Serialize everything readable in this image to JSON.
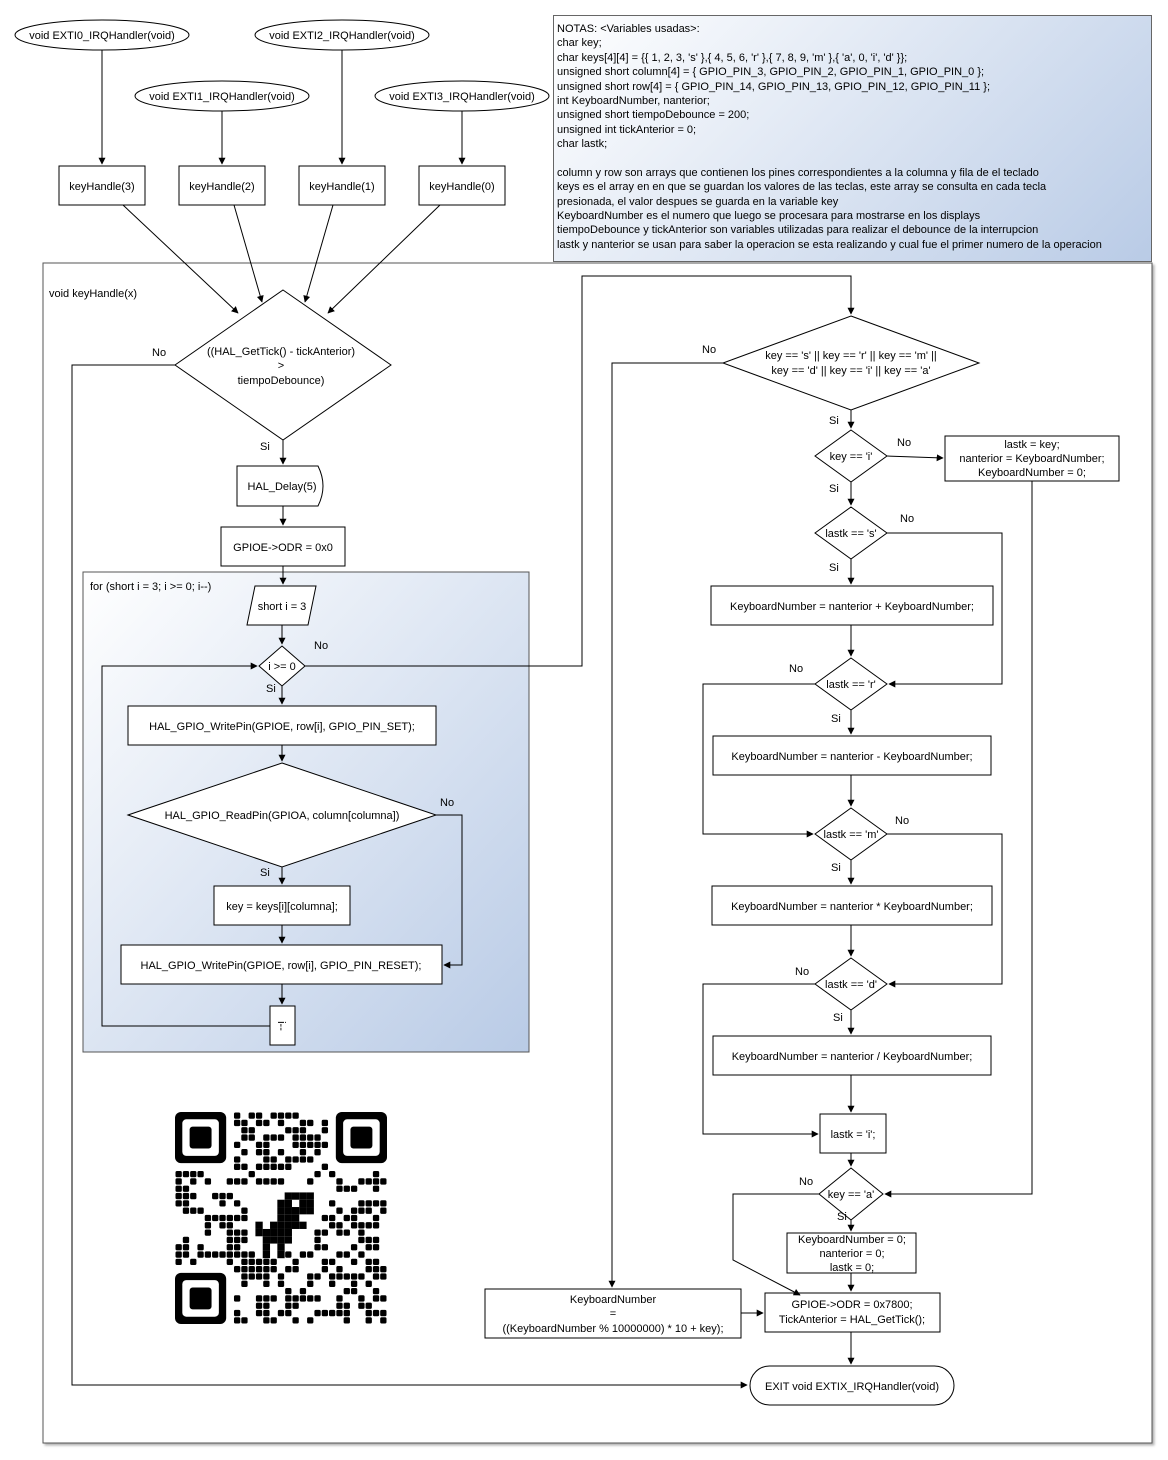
{
  "notes": {
    "lines": [
      "NOTAS: <Variables usadas>:",
      "char key;",
      "char keys[4][4] = {{ 1, 2, 3, 's' },{ 4, 5, 6, 'r' },{ 7, 8, 9, 'm' },{ 'a', 0, 'i', 'd' }};",
      "unsigned short column[4] = { GPIO_PIN_3, GPIO_PIN_2, GPIO_PIN_1, GPIO_PIN_0 };",
      "unsigned short row[4] = { GPIO_PIN_14, GPIO_PIN_13, GPIO_PIN_12, GPIO_PIN_11 };",
      "int KeyboardNumber, nanterior;",
      "unsigned short tiempoDebounce = 200;",
      "unsigned int tickAnterior = 0;",
      "char lastk;",
      "",
      "column y row son arrays que contienen los pines correspondientes a la columna y fila de el teclado",
      "keys es el array en en que se guardan los valores de las teclas, este array se consulta en cada tecla",
      "presionada, el valor despues se guarda en la variable key",
      "KeyboardNumber es el numero que luego se procesara para mostrarse en los displays",
      "tiempoDebounce y tickAnterior son variables utilizadas para realizar el debounce de la interrupcion",
      "lastk y nanterior se usan para saber la operacion se esta realizando y cual fue el primer numero de la operacion"
    ]
  },
  "handlers": {
    "exti0": "void EXTI0_IRQHandler(void)",
    "exti1": "void EXTI1_IRQHandler(void)",
    "exti2": "void EXTI2_IRQHandler(void)",
    "exti3": "void EXTI3_IRQHandler(void)",
    "kh3": "keyHandle(3)",
    "kh2": "keyHandle(2)",
    "kh1": "keyHandle(1)",
    "kh0": "keyHandle(0)"
  },
  "main": {
    "title": "void keyHandle(x)",
    "debounce": [
      "((HAL_GetTick() - tickAnterior)",
      ">",
      "tiempoDebounce)"
    ],
    "delay": "HAL_Delay(5)",
    "odr0": "GPIOE->ODR = 0x0",
    "exit": "EXIT void EXTIX_IRQHandler(void)"
  },
  "loop": {
    "title": "for (short i = 3; i >= 0; i--)",
    "init": "short i = 3",
    "cond": "i >= 0",
    "writeSet": "HAL_GPIO_WritePin(GPIOE, row[i], GPIO_PIN_SET);",
    "readPin": "HAL_GPIO_ReadPin(GPIOA, column[columna])",
    "keyAssign": "key = keys[i][columna];",
    "writeReset": "HAL_GPIO_WritePin(GPIOE, row[i], GPIO_PIN_RESET);",
    "dec": "i--"
  },
  "ops": {
    "keyCheck": [
      "key == 's' || key == 'r' || key == 'm' ||",
      "key == 'd' || key == 'i' || key == 'a'"
    ],
    "keyI": "key == 'i'",
    "lastkAssign": [
      "lastk = key;",
      "nanterior = KeyboardNumber;",
      "KeyboardNumber = 0;"
    ],
    "lastkS": "lastk == 's'",
    "add": "KeyboardNumber = nanterior + KeyboardNumber;",
    "lastkR": "lastk == 'r'",
    "sub": "KeyboardNumber = nanterior - KeyboardNumber;",
    "lastkM": "lastk == 'm'",
    "mul": "KeyboardNumber = nanterior * KeyboardNumber;",
    "lastkD": "lastk == 'd'",
    "div": "KeyboardNumber = nanterior / KeyboardNumber;",
    "lastkI": "lastk = 'i';",
    "keyA": "key == 'a'",
    "reset": [
      "KeyboardNumber = 0;",
      "nanterior = 0;",
      "lastk = 0;"
    ],
    "digit": [
      "KeyboardNumber",
      "=",
      "((KeyboardNumber % 10000000) * 10 + key);"
    ],
    "odr": [
      "GPIOE->ODR = 0x7800;",
      "TickAnterior = HAL_GetTick();"
    ]
  },
  "labels": {
    "yes": "Si",
    "no": "No"
  },
  "colors": {
    "gradientEnd": "#b9cbe6",
    "line": "#000000"
  }
}
